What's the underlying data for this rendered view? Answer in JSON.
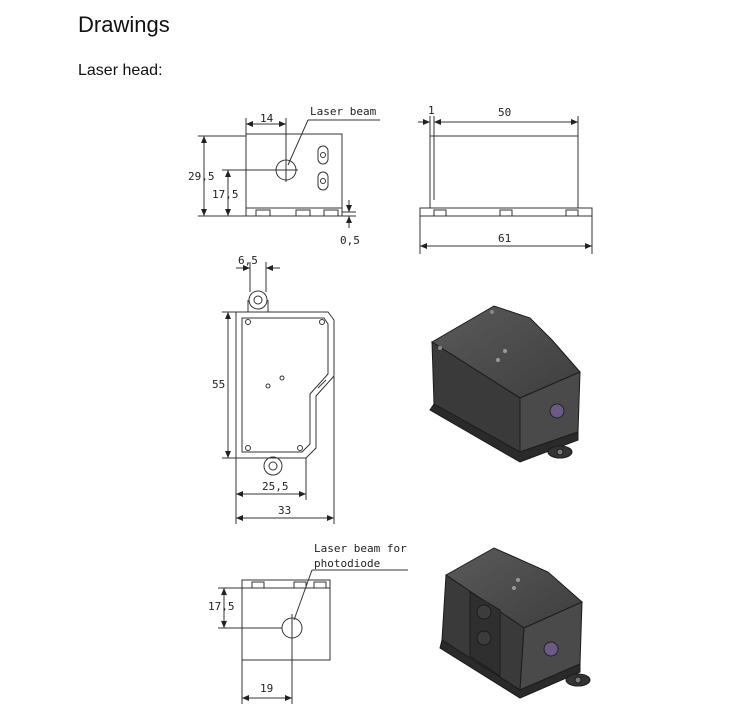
{
  "page": {
    "heading": "Drawings",
    "subheading": "Laser head:"
  },
  "view_front": {
    "dim_top": "14",
    "callout": "Laser beam",
    "dim_height": "29,5",
    "dim_beam_height": "17,5",
    "dim_foot": "0,5"
  },
  "view_side": {
    "dim_small": "1",
    "dim_body": "50",
    "dim_overall": "61"
  },
  "view_top": {
    "dim_hole": "6,5",
    "dim_height": "55",
    "dim_inner": "25,5",
    "dim_width": "33"
  },
  "view_rear": {
    "callout_line1": "Laser beam for",
    "callout_line2": "photodiode",
    "dim_height": "17,5",
    "dim_offset": "19"
  }
}
